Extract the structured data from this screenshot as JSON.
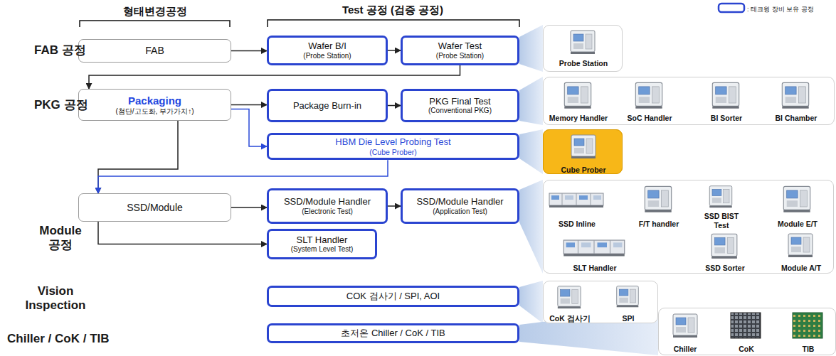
{
  "diagram": {
    "nodes": [
      {
        "text": [
          "FAB"
        ]
      },
      {
        "text": [
          "Wafer B/I",
          "(Probe Station)"
        ]
      },
      {
        "text": [
          "Wafer Test",
          "(Probe Station)"
        ]
      },
      {
        "text": [
          "Probe Station"
        ]
      },
      {
        "text": [
          "Packaging",
          "(첨단/고도화, 부가가치↑)"
        ]
      },
      {
        "text": [
          "Package Burn-in"
        ]
      },
      {
        "text": [
          "PKG Final Test",
          "(Conventional PKG)"
        ]
      },
      {
        "text": [
          "Memory Handler",
          "SoC Handler",
          "BI Sorter",
          "BI Chamber"
        ]
      },
      {
        "text": [
          "HBM Die Level Probing Test",
          "(Cube Prober)"
        ]
      },
      {
        "text": [
          "Cube Prober"
        ]
      },
      {
        "text": [
          "SSD/Module"
        ]
      },
      {
        "text": [
          "SSD/Module Handler",
          "(Electronic Test)"
        ]
      },
      {
        "text": [
          "SSD/Module Handler",
          "(Application Test)"
        ]
      },
      {
        "text": [
          "SLT Handler",
          "(System Level Test)"
        ]
      },
      {
        "text": [
          "SSD Inline",
          "F/T handler",
          "SSD BIST Test",
          "Module E/T",
          "SLT Handler",
          "SSD Sorter",
          "Module A/T"
        ]
      },
      {
        "text": [
          "COK 검사기 / SPI, AOI"
        ]
      },
      {
        "text": [
          "CoK 검사기",
          "SPI"
        ]
      },
      {
        "text": [
          "초저온 Chiller / CoK / TIB"
        ]
      },
      {
        "text": [
          "Chiller",
          "CoK",
          "TIB"
        ]
      }
    ],
    "edges": [
      {
        "from": 0,
        "to": 1,
        "arrow": "to"
      },
      {
        "from": 1,
        "to": 2,
        "arrow": "to"
      },
      {
        "from": 2,
        "to": 4,
        "arrow": "to"
      },
      {
        "from": 4,
        "to": 5,
        "arrow": "to"
      },
      {
        "from": 5,
        "to": 6,
        "arrow": "to"
      },
      {
        "from": 4,
        "to": 8,
        "arrow": "to"
      },
      {
        "from": 4,
        "to": 10,
        "arrow": "to"
      },
      {
        "from": 8,
        "to": 10,
        "arrow": "to"
      },
      {
        "from": 10,
        "to": 11,
        "arrow": "to"
      },
      {
        "from": 11,
        "to": 12,
        "arrow": "to"
      },
      {
        "from": 10,
        "to": 13,
        "arrow": "to"
      }
    ],
    "labels": [
      "형태변경공정",
      "Test 공정 (검증 공정)",
      "FAB 공정",
      "PKG 공정",
      "Module 공정",
      "Vision Inspection",
      "Chiller / CoK / TIB"
    ],
    "legend": [
      {
        "text": ": 테크윙 장비 보유 공정"
      }
    ]
  }
}
